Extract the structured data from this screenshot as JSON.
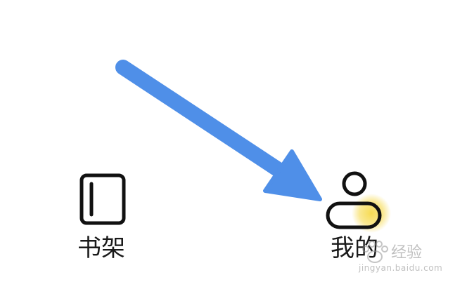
{
  "tab_bar": {
    "bookshelf_label": "书架",
    "mine_label": "我的"
  },
  "watermark": {
    "text": "经验",
    "url": "jingyan.baidu.com"
  },
  "colors": {
    "arrow": "#4f8fe8",
    "icon_stroke": "#111111",
    "highlight": "#f6d94a",
    "label": "#1a1a1a"
  },
  "icons": {
    "bookshelf": "book-icon",
    "mine": "person-icon",
    "annotation": "arrow-icon"
  }
}
